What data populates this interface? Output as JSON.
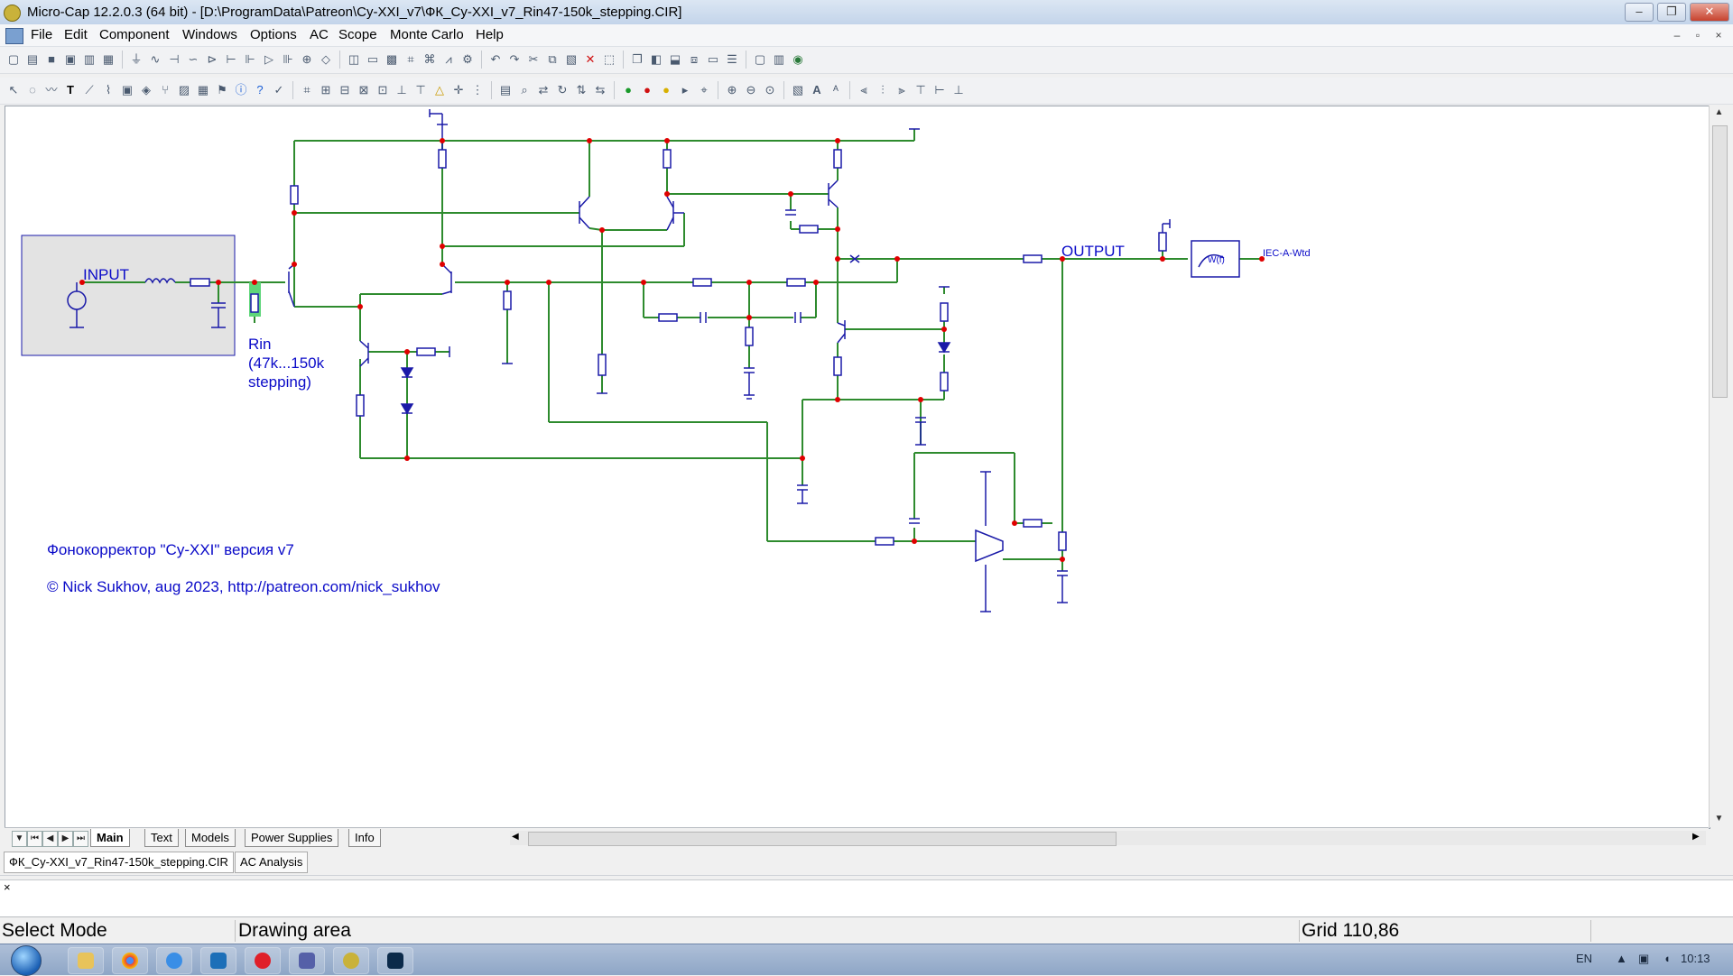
{
  "window": {
    "title": "Micro-Cap 12.2.0.3 (64 bit) - [D:\\ProgramData\\Patreon\\Cy-XXI_v7\\ФК_Cy-XXI_v7_Rin47-150k_stepping.CIR]",
    "minimize_icon": "minimize-icon",
    "maximize_icon": "maximize-icon",
    "close_icon": "close-icon"
  },
  "menu": [
    "File",
    "Edit",
    "Component",
    "Windows",
    "Options",
    "AC",
    "Scope",
    "Monte Carlo",
    "Help"
  ],
  "mdi_controls": [
    "–",
    "▫",
    "×"
  ],
  "schematic": {
    "input_label": "INPUT",
    "output_label": "OUTPUT",
    "rin_label_line1": "Rin",
    "rin_label_line2": "(47k...150k",
    "rin_label_line3": "stepping)",
    "filter_label": "W(f)",
    "iec_label": "IEC-A-Wtd",
    "caption": "Фонокорректор \"Cy-XXI\" версия v7",
    "copyright": "© Nick Sukhov, aug 2023, http://patreon.com/nick_sukhov",
    "wire_color": "#2e8b2e",
    "component_color": "#1a1aa8",
    "node_color": "#e00000"
  },
  "page_tabs": [
    "Main",
    "Text",
    "Models",
    "Power Supplies",
    "Info"
  ],
  "active_page_tab": "Main",
  "file_tabs": [
    "ФК_Cy-XXI_v7_Rin47-150k_stepping.CIR",
    "AC Analysis"
  ],
  "output_close": "×",
  "status": {
    "mode": "Select Mode",
    "area": "Drawing area",
    "grid": "Grid 110,86"
  },
  "taskbar": {
    "lang": "EN",
    "time": "10:13"
  }
}
